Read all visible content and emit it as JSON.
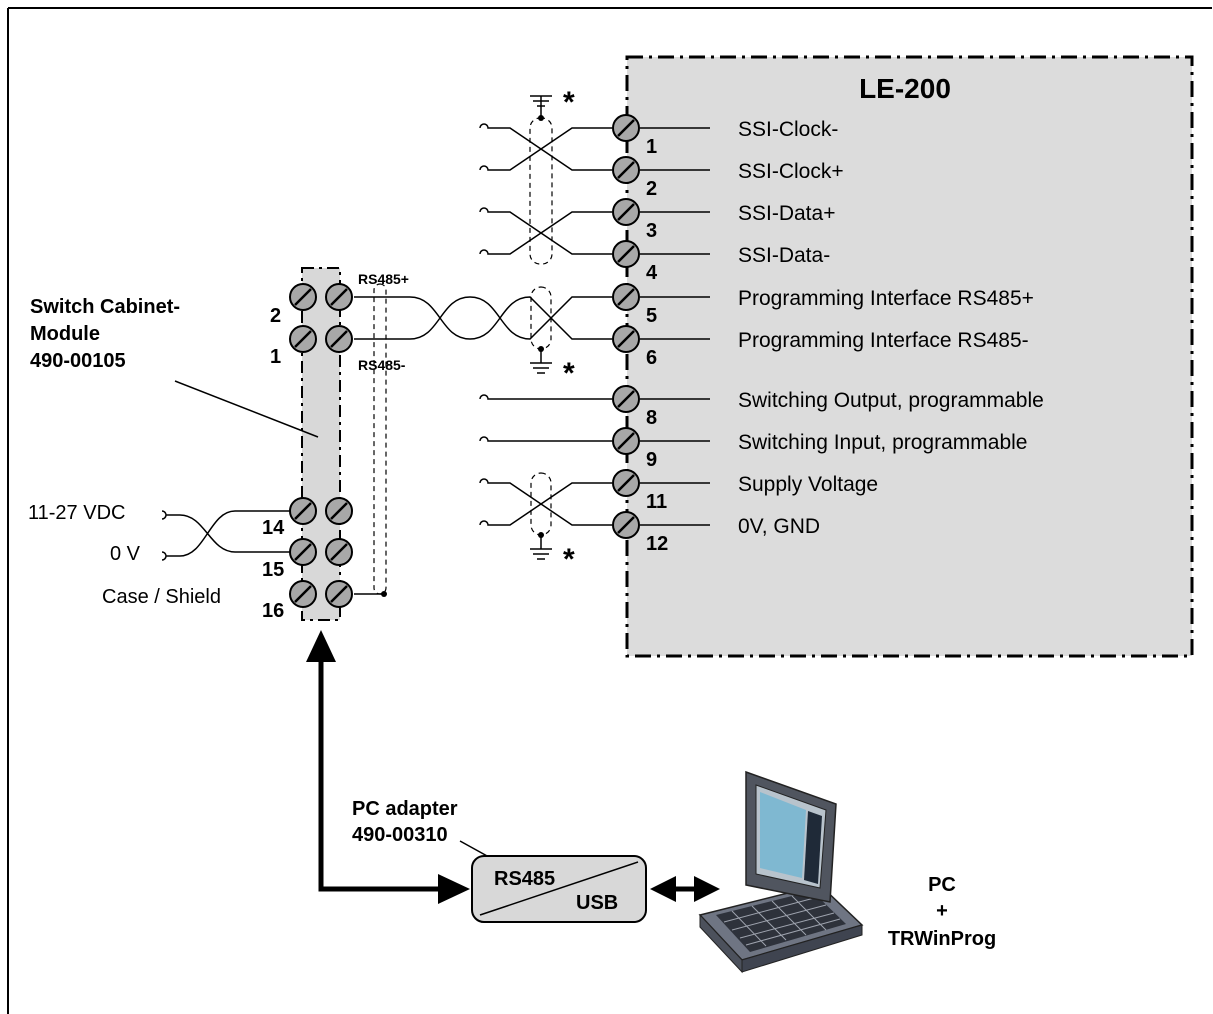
{
  "device": {
    "title": "LE-200",
    "terminals": [
      {
        "num": "1",
        "label": "SSI-Clock-"
      },
      {
        "num": "2",
        "label": "SSI-Clock+"
      },
      {
        "num": "3",
        "label": "SSI-Data+"
      },
      {
        "num": "4",
        "label": "SSI-Data-"
      },
      {
        "num": "5",
        "label": "Programming Interface RS485+"
      },
      {
        "num": "6",
        "label": "Programming Interface RS485-"
      },
      {
        "num": "8",
        "label": "Switching Output, programmable"
      },
      {
        "num": "9",
        "label": "Switching Input, programmable"
      },
      {
        "num": "11",
        "label": "Supply Voltage"
      },
      {
        "num": "12",
        "label": "0V, GND"
      }
    ],
    "shield_mark": "*"
  },
  "module": {
    "label_line1": "Switch Cabinet-",
    "label_line2": "Module",
    "label_line3": "490-00105",
    "terminals": [
      "2",
      "1",
      "14",
      "15",
      "16"
    ],
    "rs485_plus": "RS485+",
    "rs485_minus": "RS485-"
  },
  "supply": {
    "voltage": "11-27 VDC",
    "zero": "0 V",
    "case": "Case / Shield"
  },
  "adapter": {
    "label_line1": "PC adapter",
    "label_line2": "490-00310",
    "left_text": "RS485",
    "right_text": "USB"
  },
  "pc": {
    "line1": "PC",
    "line2": "+",
    "line3": "TRWinProg"
  }
}
